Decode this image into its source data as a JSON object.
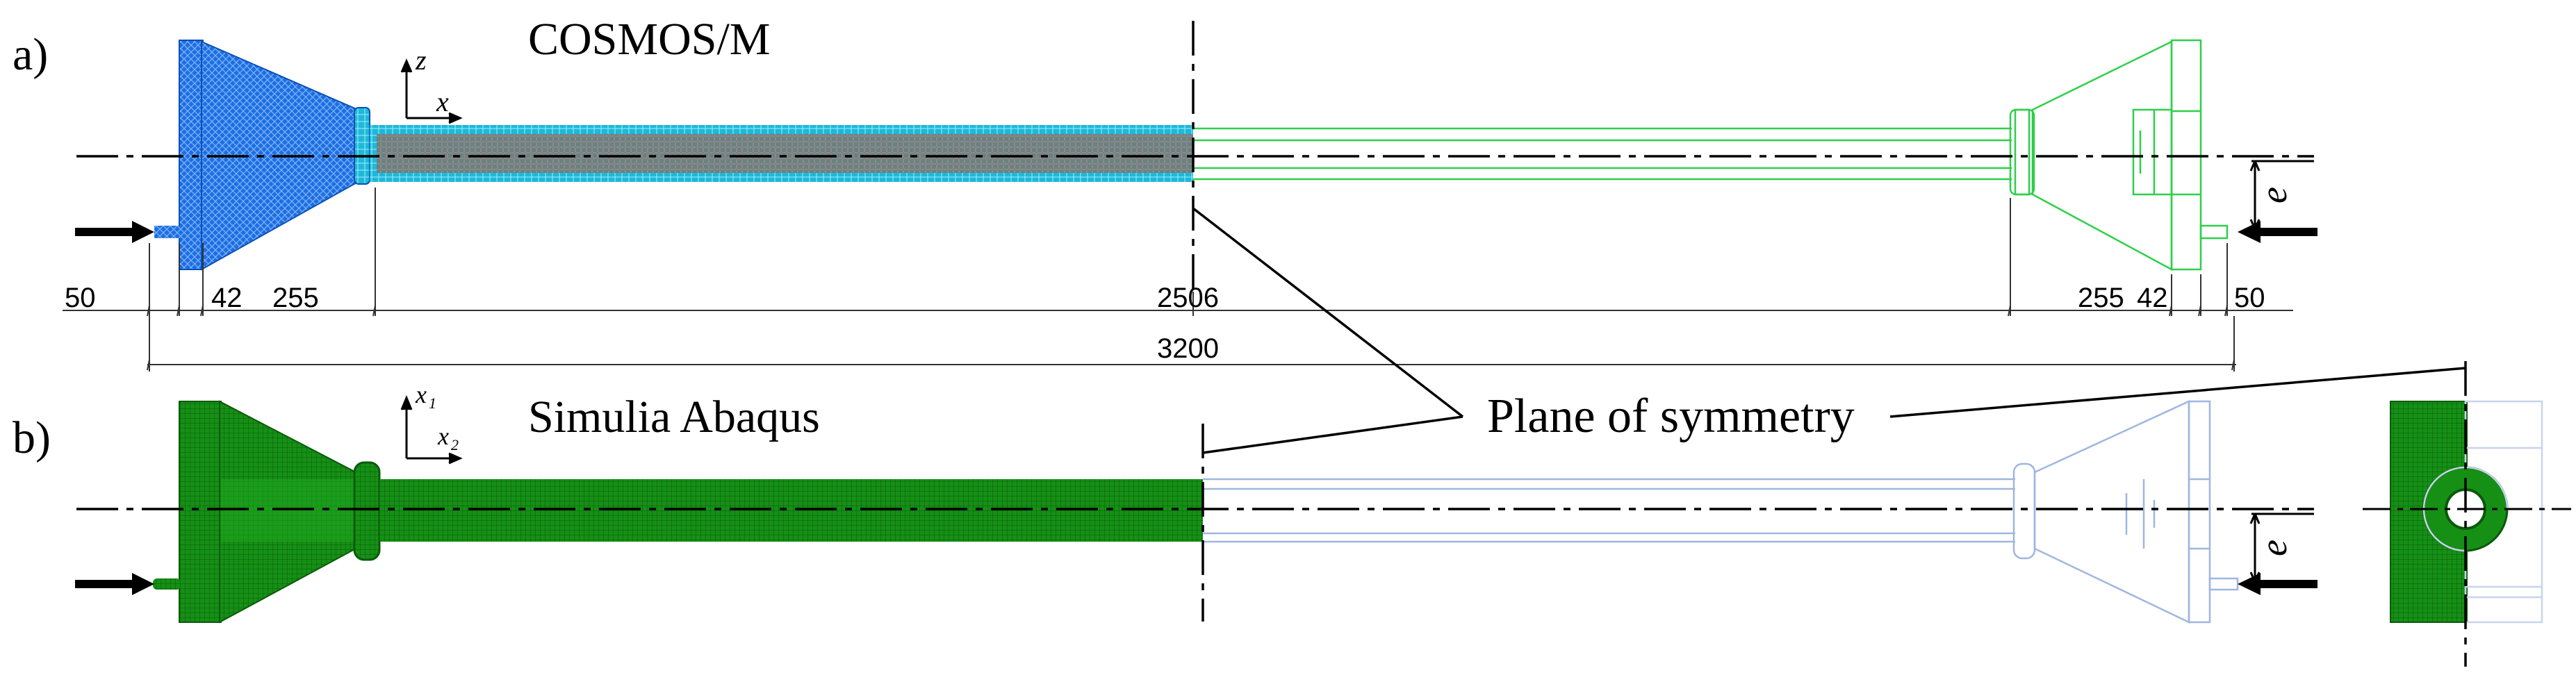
{
  "panel_a": {
    "label": "a)",
    "software": "COSMOS/M",
    "axis_z": "z",
    "axis_x": "x",
    "dims": {
      "d50_left": "50",
      "d42_left": "42",
      "d255_left": "255",
      "d2506": "2506",
      "d255_right": "255",
      "d42_right": "42",
      "d50_right": "50",
      "total": "3200"
    },
    "eccentricity": "e",
    "colors": {
      "mesh": "#1e6fe0",
      "tube": "#22c8e0",
      "wire": "#2fcf4a"
    }
  },
  "panel_b": {
    "label": "b)",
    "software": "Simulia Abaqus",
    "axis_x1": "x",
    "axis_x1_sub": "1",
    "axis_x2": "x",
    "axis_x2_sub": "2",
    "eccentricity": "e",
    "colors": {
      "mesh": "#1a9a1a",
      "wire": "#9fb6e0"
    }
  },
  "annotation": {
    "plane_of_symmetry": "Plane of symmetry"
  }
}
